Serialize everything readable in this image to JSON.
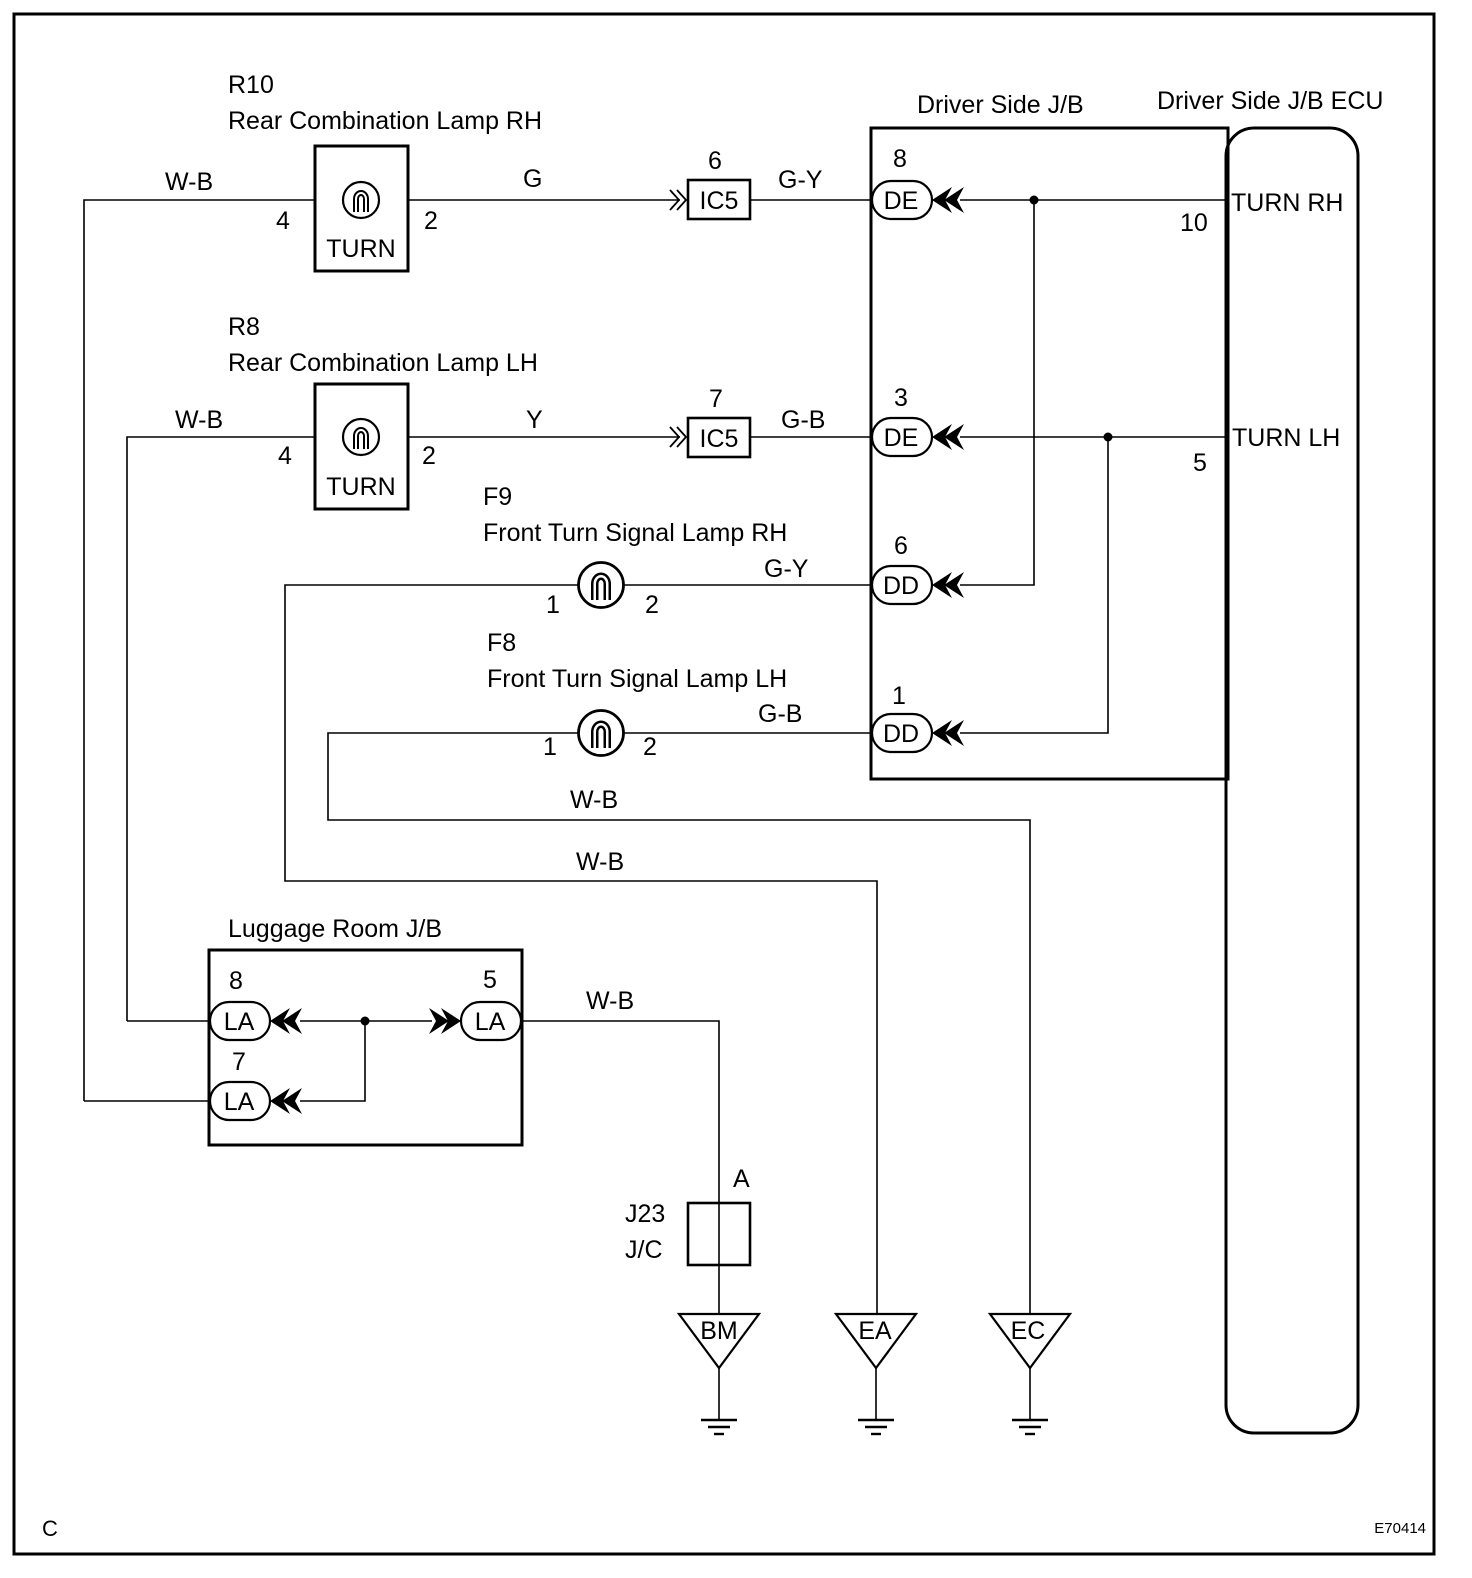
{
  "corner": {
    "left_label": "C",
    "figure_code": "E70414"
  },
  "rear_lamp_rh": {
    "code": "R10",
    "name": "Rear Combination Lamp RH",
    "bulb_label": "TURN",
    "pin_a": "4",
    "pin_b": "2",
    "wire_in": "W-B",
    "wire_out": "G"
  },
  "rear_lamp_lh": {
    "code": "R8",
    "name": "Rear Combination Lamp LH",
    "bulb_label": "TURN",
    "pin_a": "4",
    "pin_b": "2",
    "wire_in": "W-B",
    "wire_out": "Y"
  },
  "connector_ic5_top": {
    "label": "IC5",
    "pin": "6",
    "wire_out": "G-Y"
  },
  "connector_ic5_mid": {
    "label": "IC5",
    "pin": "7",
    "wire_out": "G-B"
  },
  "front_lamp_rh": {
    "code": "F9",
    "name": "Front Turn Signal Lamp RH",
    "pin_a": "1",
    "pin_b": "2",
    "wire": "G-Y"
  },
  "front_lamp_lh": {
    "code": "F8",
    "name": "Front Turn Signal Lamp LH",
    "pin_a": "1",
    "pin_b": "2",
    "wire": "G-B"
  },
  "driver_jb": {
    "title": "Driver Side J/B",
    "connectors": [
      {
        "label": "DE",
        "pin": "8"
      },
      {
        "label": "DE",
        "pin": "3"
      },
      {
        "label": "DD",
        "pin": "6"
      },
      {
        "label": "DD",
        "pin": "1"
      }
    ]
  },
  "driver_jb_ecu": {
    "title": "Driver Side J/B ECU",
    "terminals": [
      {
        "label": "TURN RH",
        "pin": "10"
      },
      {
        "label": "TURN LH",
        "pin": "5"
      }
    ]
  },
  "ground_wires": {
    "f8_ground": "W-B",
    "f9_ground": "W-B",
    "luggage_out": "W-B"
  },
  "luggage_jb": {
    "title": "Luggage Room J/B",
    "connectors": [
      {
        "label": "LA",
        "pin": "8"
      },
      {
        "label": "LA",
        "pin": "7"
      },
      {
        "label": "LA",
        "pin": "5"
      }
    ]
  },
  "junction_connector": {
    "code": "J23",
    "name": "J/C",
    "pin": "A"
  },
  "grounds": [
    {
      "label": "BM"
    },
    {
      "label": "EA"
    },
    {
      "label": "EC"
    }
  ]
}
